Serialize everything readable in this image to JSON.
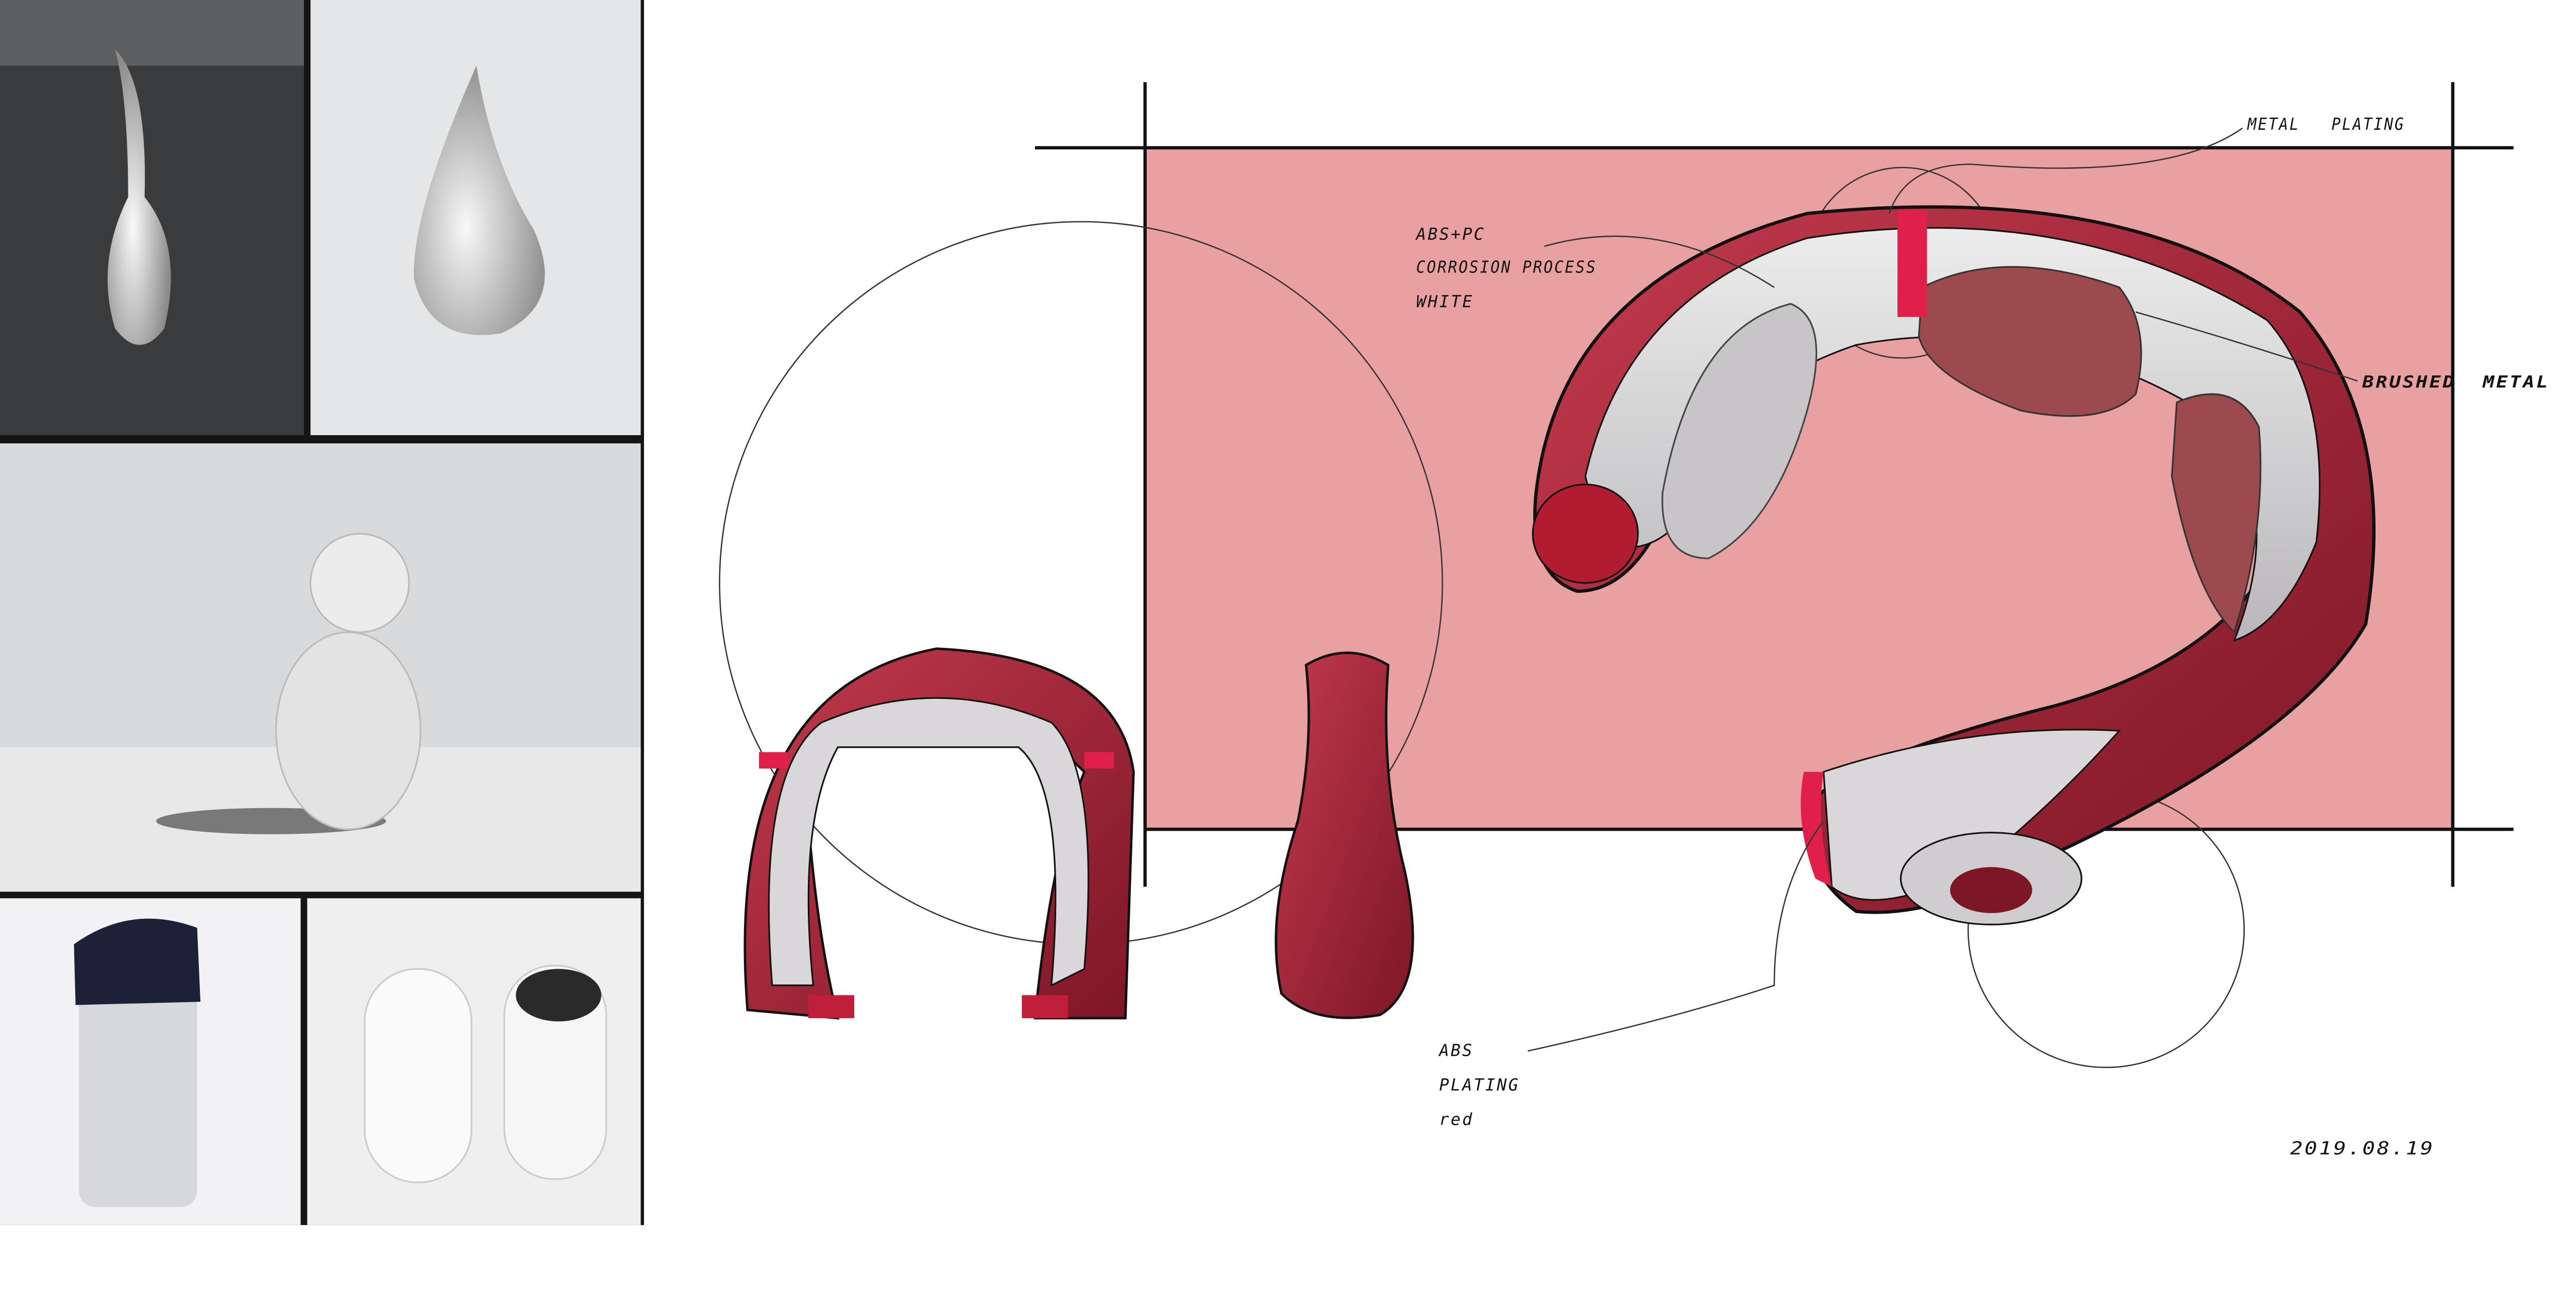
{
  "annotations": {
    "material_top": [
      "ABS+PC",
      "CORROSION PROCESS",
      "WHITE"
    ],
    "metal_plating": "METAL   PLATING",
    "brushed_metal": "BRUSHED  METAL",
    "material_bottom": [
      "ABS",
      "PLATING",
      "red"
    ],
    "date": "2019.08.19"
  },
  "colors": {
    "background_panel": "#e9a0a0",
    "product_red": "#a3263a",
    "accent_red": "#e0204a",
    "product_white": "#d8d6d8"
  },
  "moodboard": [
    "water-drop-faucet-photo",
    "water-drop-photo",
    "egg-figure-photo",
    "speaker-photo",
    "white-devices-photo"
  ]
}
